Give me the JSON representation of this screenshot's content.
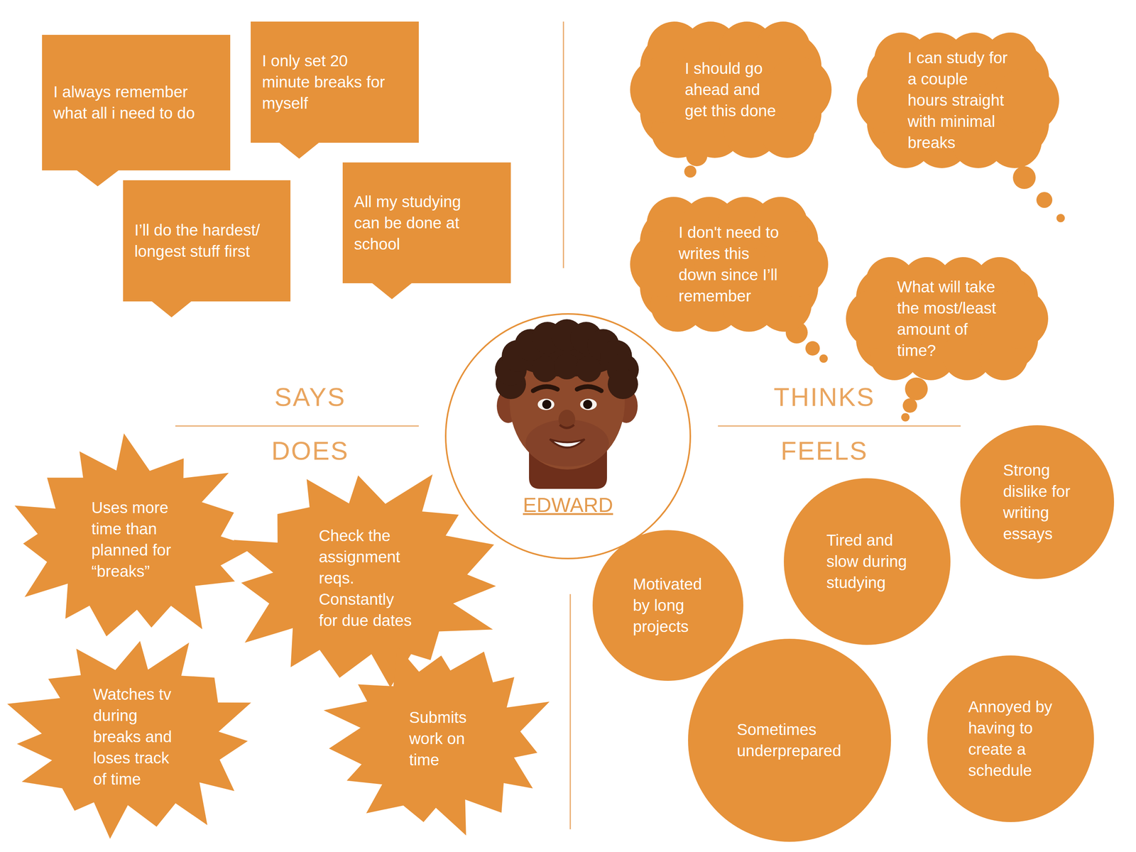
{
  "diagram": {
    "nodes": [
      {
        "text": [
          "I always remember what all i need to do"
        ]
      },
      {
        "text": [
          "I only set 20 minute breaks for myself"
        ]
      },
      {
        "text": [
          "I’ll do the hardest/ longest stuff first"
        ]
      },
      {
        "text": [
          "All my studying can be done at school"
        ]
      },
      {
        "text": [
          "I should go ahead and get this done"
        ]
      },
      {
        "text": [
          "I can study for a couple hours straight with minimal breaks"
        ]
      },
      {
        "text": [
          "I don't need to writes this down since I’ll remember"
        ]
      },
      {
        "text": [
          "What will take the most/least amount of time?"
        ]
      },
      {
        "text": [
          "EDWARD"
        ]
      },
      {
        "text": [
          "Uses more time than planned for “breaks”"
        ]
      },
      {
        "text": [
          "Check the assignment reqs. Constantly for due dates"
        ]
      },
      {
        "text": [
          "Watches tv during breaks and loses track of time"
        ]
      },
      {
        "text": [
          "Submits work on time"
        ]
      },
      {
        "text": [
          "Strong dislike for writing essays"
        ]
      },
      {
        "text": [
          "Tired and slow during studying"
        ]
      },
      {
        "text": [
          "Motivated by long projects"
        ]
      },
      {
        "text": [
          "Sometimes underprepared"
        ]
      },
      {
        "text": [
          "Annoyed by having to create a schedule"
        ]
      }
    ],
    "labels": [
      "SAYS",
      "THINKS",
      "DOES",
      "FEELS"
    ]
  }
}
